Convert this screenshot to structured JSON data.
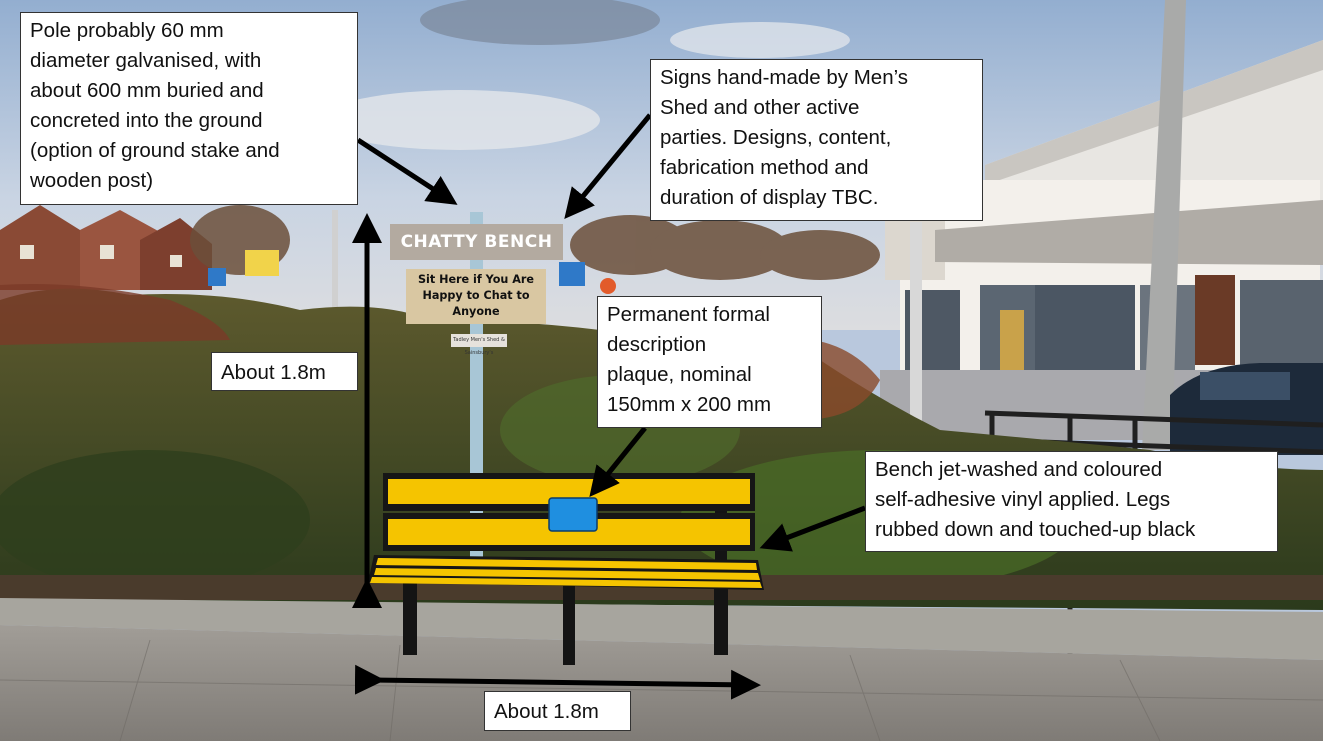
{
  "photo": {
    "sign_top": "CHATTY BENCH",
    "sign_middle": "Sit Here if You Are\nHappy to Chat to\nAnyone",
    "sign_small": "Tadley Men's Shed & Sainsbury's"
  },
  "callouts": {
    "pole": "Pole probably 60 mm\ndiameter galvanised, with\nabout 600 mm buried and\nconcreted into the ground\n(option of ground stake and\nwooden post)",
    "signs": "Signs hand-made by Men’s\nShed and other active\nparties. Designs, content,\nfabrication method and\nduration of display TBC.",
    "plaque": "Permanent formal\ndescription\nplaque, nominal\n150mm x 200 mm",
    "bench": "Bench jet-washed and coloured\nself-adhesive vinyl applied. Legs\nrubbed down and touched-up black",
    "height": "About 1.8m",
    "width": "About 1.8m"
  },
  "colors": {
    "sky": "#b9c8dd",
    "hedge": "#3e4a26",
    "bench_yellow": "#f5c400",
    "plaque_blue": "#1f8fe0",
    "pavement": "#8e8b86",
    "sign_grey": "#b3aaa0",
    "sign_board": "#d9c7a2"
  }
}
